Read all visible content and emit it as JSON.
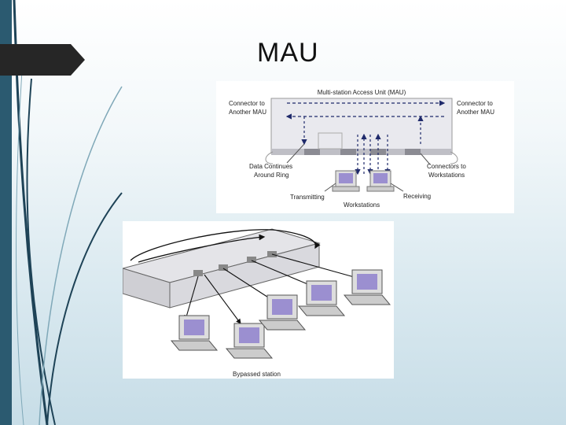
{
  "slide": {
    "title": "MAU"
  },
  "diagram_top": {
    "title": "Multi-station Access Unit (MAU)",
    "connector_left": [
      "Connector to",
      "Another MAU"
    ],
    "connector_right": [
      "Connector to",
      "Another MAU"
    ],
    "data_continues": [
      "Data Continues",
      "Around Ring"
    ],
    "connectors_workstations": [
      "Connectors to",
      "Workstations"
    ],
    "transmitting": "Transmitting",
    "receiving": "Receiving",
    "workstations": "Workstations"
  },
  "diagram_bottom": {
    "bypassed_label": "Bypassed station"
  },
  "colors": {
    "accent": "#2b5a70",
    "arrow": "#1f2a6b",
    "screen": "#9b8fd0"
  }
}
